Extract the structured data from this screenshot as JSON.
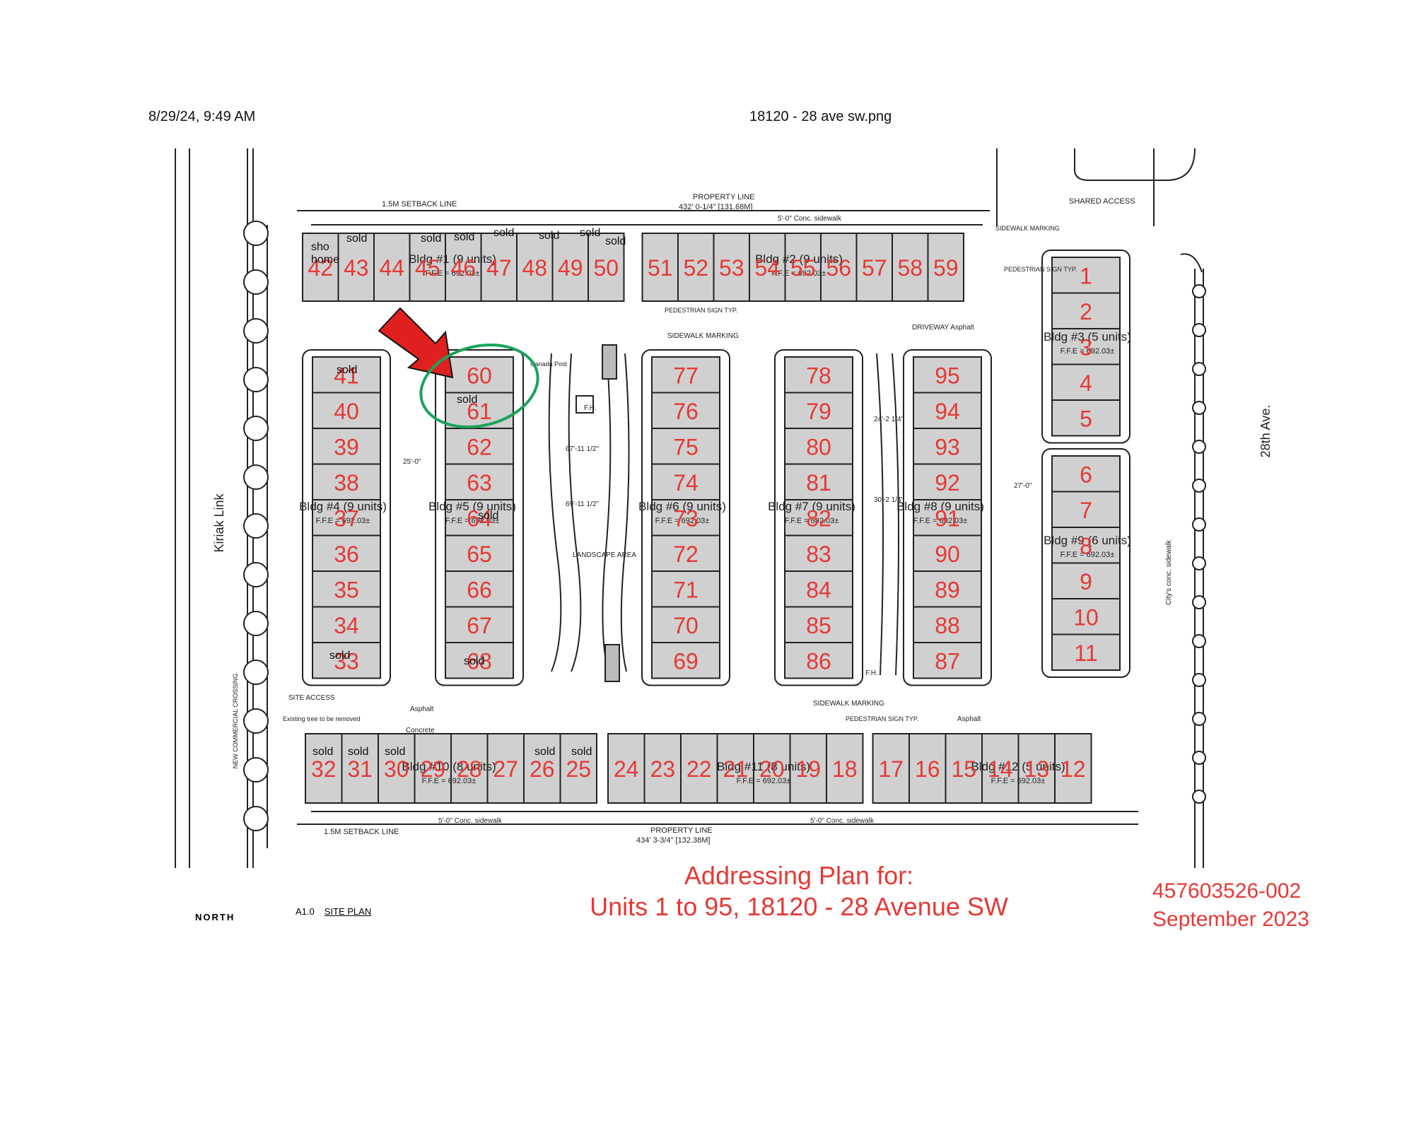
{
  "header": {
    "timestamp": "8/29/24, 9:49 AM",
    "filename": "18120 - 28 ave sw.png"
  },
  "caption": {
    "line1": "Addressing Plan for:",
    "line2": "Units 1 to 95, 18120 - 28 Avenue SW"
  },
  "reference": {
    "number": "457603526-002",
    "date": "September 2023"
  },
  "footer": {
    "north": "NORTH",
    "site_plan": "SITE PLAN",
    "sheet": "A1.0"
  },
  "labels": {
    "setback_top": "1.5M SETBACK LINE",
    "setback_bottom": "1.5M SETBACK LINE",
    "property_line_top": "PROPERTY LINE",
    "property_line_top_dim": "432' 0-1/4\" [131.68M]",
    "property_line_bottom": "PROPERTY LINE",
    "property_line_bottom_dim": "434' 3-3/4\" [132.38M]",
    "sidewalk_top": "5'-0\" Conc. sidewalk",
    "sidewalk_bottom_left": "5'-0\" Conc. sidewalk",
    "sidewalk_bottom_right": "5'-0\" Conc. sidewalk",
    "shared_access": "SHARED ACCESS",
    "sidewalk_marking_1": "SIDEWALK MARKING",
    "sidewalk_marking_2": "SIDEWALK MARKING",
    "sidewalk_marking_3": "SIDEWALK MARKING",
    "pedestrian_sign_1": "PEDESTRIAN SIGN TYP.",
    "pedestrian_sign_2": "PEDESTRIAN SIGN TYP.",
    "pedestrian_sign_3": "PEDESTRIAN SIGN TYP.",
    "driveway_top": "DRIVEWAY Asphalt",
    "landscape_area": "LANDSCAPE AREA",
    "canada_post": "Canada Post",
    "fh_1": "F.H.",
    "fh_2": "F.H.",
    "site_access": "SITE ACCESS",
    "existing_tree": "Existing tree to be removed",
    "new_commercial_crossing": "NEW COMMERCIAL CROSSING",
    "asphalt_1": "Asphalt",
    "asphalt_2": "Asphalt",
    "concrete": "Concrete",
    "street_left": "Kiriak Link",
    "street_right": "28th Ave.",
    "city_sidewalk": "City's conc. sidewalk",
    "dim_25": "25'-0\"",
    "dim_27": "27'-0\"",
    "dim_67": "67'-11 1/2\"",
    "dim_69": "69'-11 1/2\"",
    "dim_24": "24'-2 1/4\"",
    "dim_30": "30'-2 1/4\""
  },
  "buildings": [
    {
      "name": "Bldg #1 (9 units)",
      "ffe": "F.F.E = 692.03±"
    },
    {
      "name": "Bldg #2 (9 units)",
      "ffe": "F.F.E = 692.03±"
    },
    {
      "name": "Bldg #3 (5 units)",
      "ffe": "F.F.E = 692.03±"
    },
    {
      "name": "Bldg #4 (9 units)",
      "ffe": "F.F.E = 692.03±"
    },
    {
      "name": "Bldg #5 (9 units)",
      "ffe": "F.F.E = 692.03±"
    },
    {
      "name": "Bldg #6 (9 units)",
      "ffe": "F.F.E = 692.03±"
    },
    {
      "name": "Bldg #7 (9 units)",
      "ffe": "F.F.E = 692.03±"
    },
    {
      "name": "Bldg #8 (9 units)",
      "ffe": "F.F.E = 692.03±"
    },
    {
      "name": "Bldg #9 (6 units)",
      "ffe": "F.F.E = 692.03±"
    },
    {
      "name": "Bldg #10 (8 units)",
      "ffe": "F.F.E = 692.03±"
    },
    {
      "name": "Bldg #11 (8 units)",
      "ffe": "F.F.E = 692.03±"
    },
    {
      "name": "Bldg #12 (5 units)",
      "ffe": "F.F.E = 692.03±"
    }
  ],
  "units": {
    "row_top": [
      "42",
      "43",
      "44",
      "45",
      "46",
      "47",
      "48",
      "49",
      "50",
      "51",
      "52",
      "53",
      "54",
      "55",
      "56",
      "57",
      "58",
      "59"
    ],
    "row_bottom": [
      "32",
      "31",
      "30",
      "29",
      "28",
      "27",
      "26",
      "25",
      "24",
      "23",
      "22",
      "21",
      "20",
      "19",
      "18",
      "17",
      "16",
      "15",
      "14",
      "13",
      "12"
    ],
    "bldg3": [
      "1",
      "2",
      "3",
      "4",
      "5"
    ],
    "bldg9": [
      "6",
      "7",
      "8",
      "9",
      "10",
      "11"
    ],
    "bldg4": [
      "41",
      "40",
      "39",
      "38",
      "37",
      "36",
      "35",
      "34",
      "33"
    ],
    "bldg5": [
      "60",
      "61",
      "62",
      "63",
      "64",
      "65",
      "66",
      "67",
      "68"
    ],
    "bldg6": [
      "77",
      "76",
      "75",
      "74",
      "73",
      "72",
      "71",
      "70",
      "69"
    ],
    "bldg7": [
      "78",
      "79",
      "80",
      "81",
      "82",
      "83",
      "84",
      "85",
      "86"
    ],
    "bldg8": [
      "95",
      "94",
      "93",
      "92",
      "91",
      "90",
      "89",
      "88",
      "87"
    ]
  },
  "annotations": {
    "sold": "sold",
    "show_home_1": "sho",
    "show_home_2": "home"
  },
  "colors": {
    "unit_number": "#e53935",
    "unit_fill": "#d0d0d0",
    "line": "#222222",
    "arrow": "#e02020",
    "circle": "#1aa35a"
  }
}
